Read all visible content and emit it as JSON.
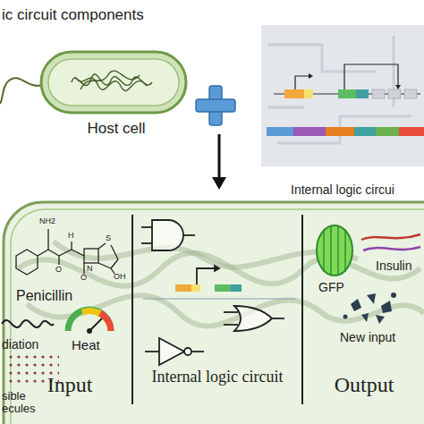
{
  "diagram": {
    "title": "ic circuit components",
    "nodes": [
      {
        "text": [
          "Host cell"
        ]
      },
      {
        "text": [
          "Internal logic circui"
        ]
      },
      {
        "text": [
          "Input"
        ]
      },
      {
        "text": [
          "Internal logic circuit"
        ]
      },
      {
        "text": [
          "Output"
        ]
      }
    ],
    "labels": [
      "Penicillin",
      "diation",
      "Heat",
      "sible ecules",
      "GFP",
      "Insulin",
      "New input",
      "NH2",
      "H",
      "N",
      "S",
      "O",
      "O",
      "OH"
    ]
  }
}
